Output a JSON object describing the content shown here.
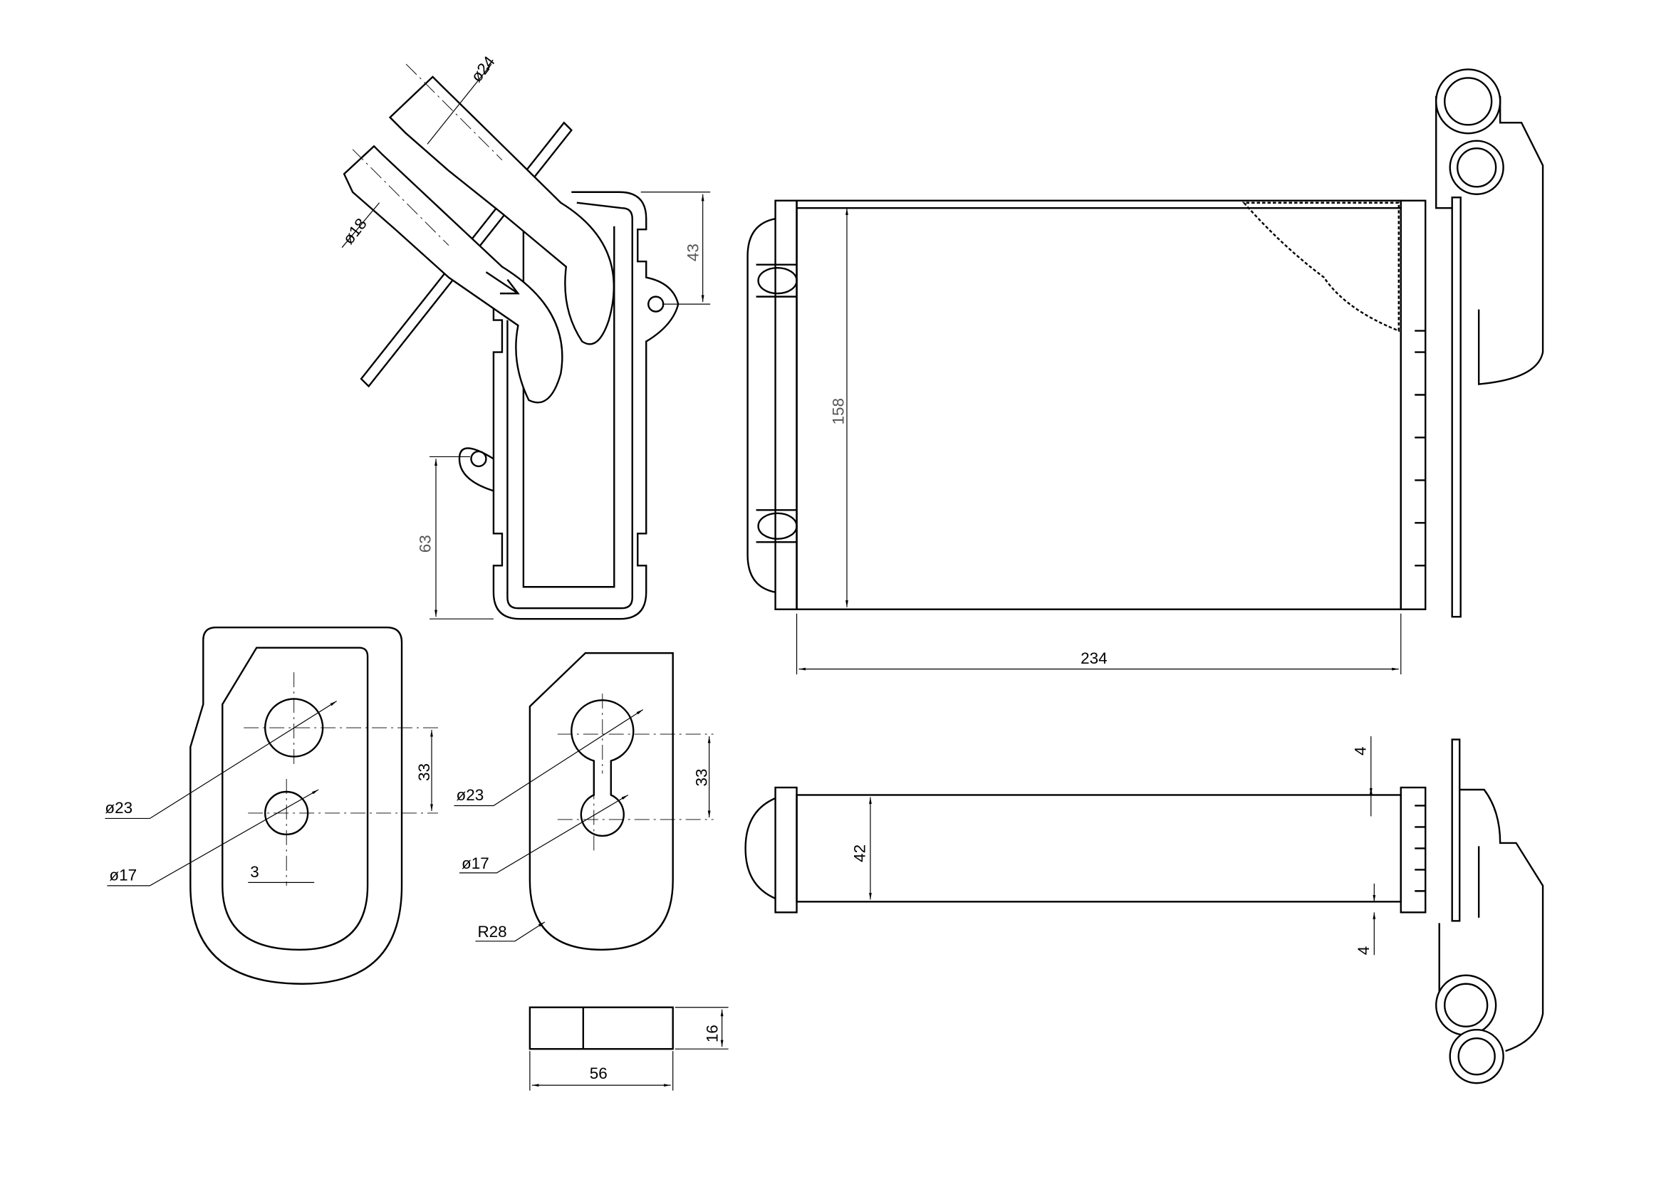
{
  "colors": {
    "line": "#000000",
    "background": "#ffffff",
    "dim_text_grey": "#555555"
  },
  "dimensions": {
    "pipe_large_dia": "ø24",
    "pipe_small_dia": "ø18",
    "tank_top_offset": "43",
    "tank_bottom_offset": "63",
    "core_height": "158",
    "core_width": "234",
    "plate1_hole_large": "ø23",
    "plate1_hole_small": "ø17",
    "plate1_hole_spacing": "33",
    "plate1_offset": "3",
    "plate2_hole_large": "ø23",
    "plate2_hole_small": "ø17",
    "plate2_hole_spacing": "33",
    "plate2_radius": "R28",
    "block_height": "16",
    "block_width": "56",
    "core_depth": "42",
    "fin_gap_top": "4",
    "fin_gap_bottom": "4"
  }
}
